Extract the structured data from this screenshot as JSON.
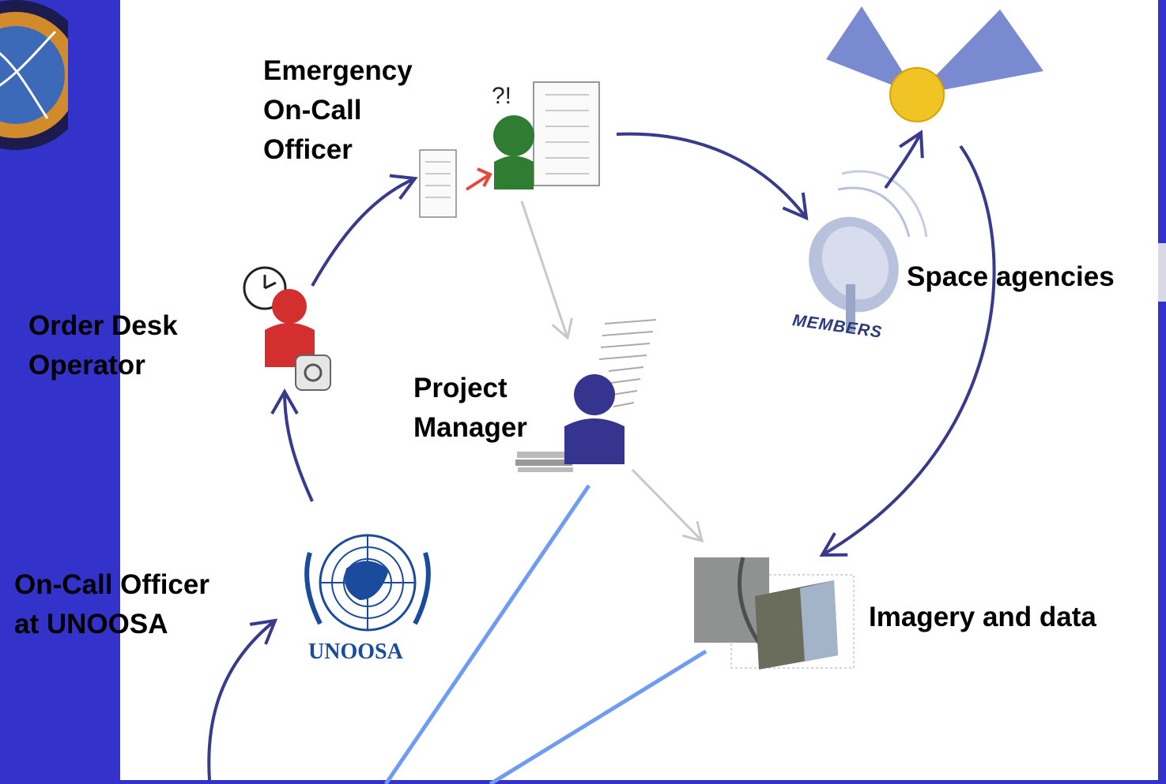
{
  "labels": {
    "emergency_officer": "Emergency\nOn-Call\nOfficer",
    "order_desk": "Order Desk\nOperator",
    "project_manager": "Project\nManager",
    "oncall_unoosa": "On-Call Officer\nat UNOOSA",
    "space_agencies": "Space agencies",
    "imagery": "Imagery and data"
  },
  "logo_text": {
    "unoosa": "UNOOSA",
    "members": "MEMBERS"
  },
  "doc_mark": "?!",
  "colors": {
    "background": "#3333cc",
    "panel": "#ffffff",
    "main_arrow": "#3a3a8c",
    "light_arrow": "#c8c8c8",
    "blue_line": "#6f9cf2",
    "emergency_person": "#2e7d32",
    "order_person": "#d32f2f",
    "pm_person": "#35358f"
  }
}
